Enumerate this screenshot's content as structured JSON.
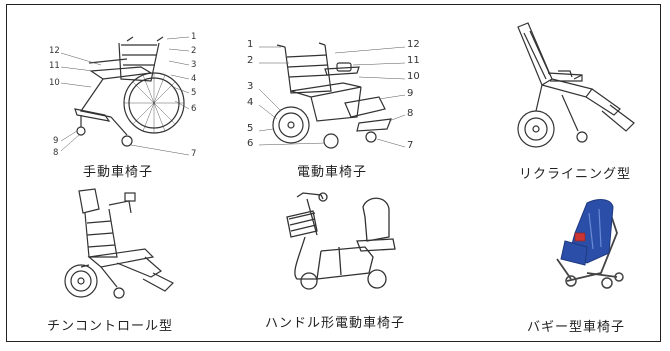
{
  "items": [
    {
      "caption": "手動車椅子",
      "labels_left": [
        "12",
        "11",
        "10",
        "9",
        "8"
      ],
      "labels_right": [
        "1",
        "2",
        "3",
        "4",
        "5",
        "6",
        "7"
      ]
    },
    {
      "caption": "電動車椅子",
      "labels_left": [
        "1",
        "2",
        "3",
        "4",
        "5",
        "6"
      ],
      "labels_right": [
        "12",
        "11",
        "10",
        "9",
        "8",
        "7"
      ]
    },
    {
      "caption": "リクライニング型"
    },
    {
      "caption": "チンコントロール型"
    },
    {
      "caption": "ハンドル形電動車椅子"
    },
    {
      "caption": "バギー型車椅子"
    }
  ],
  "colors": {
    "line": "#333333",
    "buggy_seat": "#2b4fa8",
    "buggy_frame": "#444444"
  }
}
